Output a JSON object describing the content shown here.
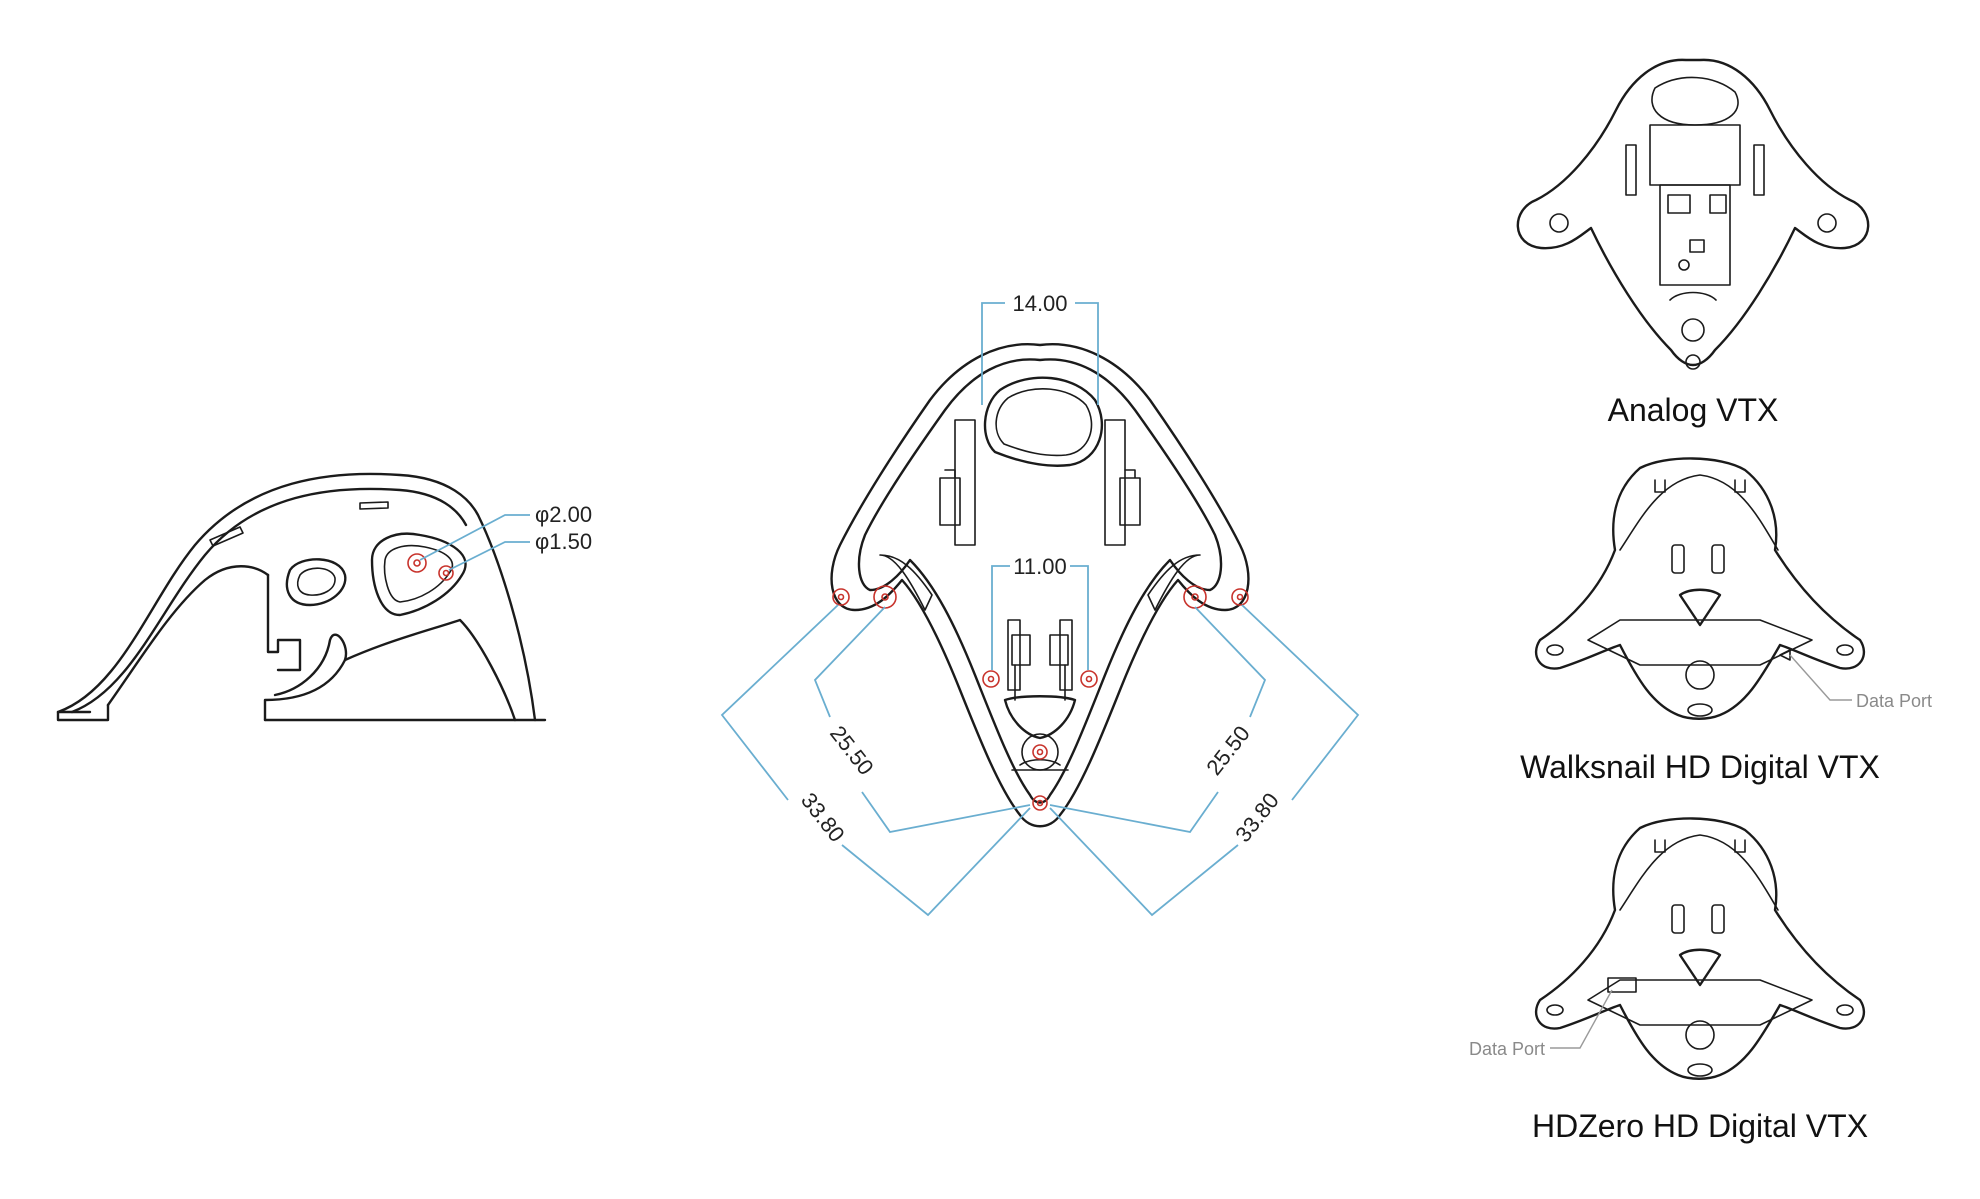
{
  "dimensions": {
    "hole_large": "φ2.00",
    "hole_small": "φ1.50",
    "top_width": "14.00",
    "inner_width": "11.00",
    "left_inner": "25.50",
    "right_inner": "25.50",
    "left_outer": "33.80",
    "right_outer": "33.80"
  },
  "variants": [
    {
      "caption": "Analog VTX"
    },
    {
      "caption": "Walksnail HD Digital VTX",
      "port_label": "Data Port"
    },
    {
      "caption": "HDZero HD Digital VTX",
      "port_label": "Data Port"
    }
  ],
  "colors": {
    "line": "#1b1b1b",
    "dimension": "#6aaed0",
    "hole_marker": "#c8332c",
    "port_label": "#8a8a8a"
  }
}
